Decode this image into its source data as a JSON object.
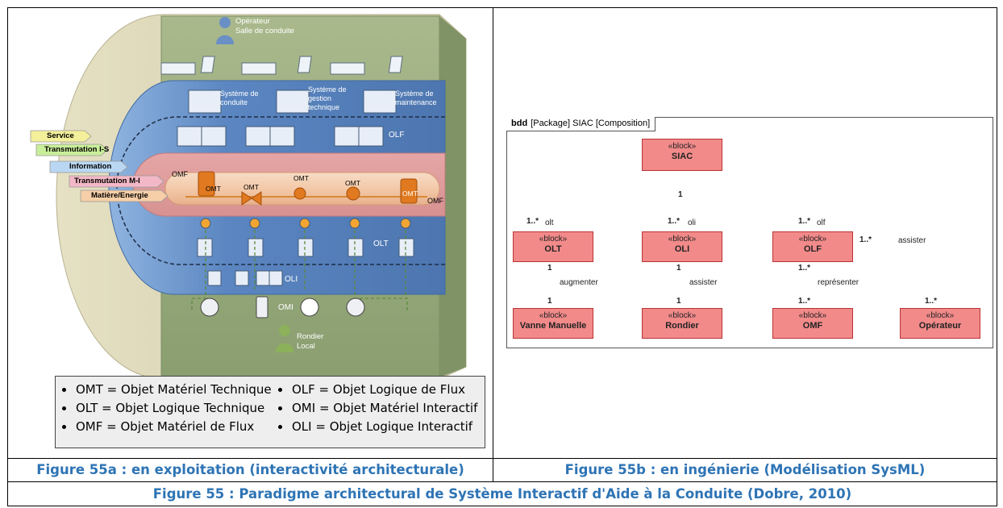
{
  "left_panel": {
    "operator_top": [
      "Opérateur",
      "Salle de conduite"
    ],
    "operator_bottom": [
      "Rondier",
      "Local"
    ],
    "systems": [
      [
        "Système de",
        "conduite"
      ],
      [
        "Système de",
        "gestion",
        "technique"
      ],
      [
        "Système de",
        "maintenance"
      ]
    ],
    "layer_labels": {
      "olf": "OLF",
      "olt": "OLT",
      "oli": "OLI",
      "omi": "OMI"
    },
    "flow_labels": {
      "omf_left": "OMF",
      "omf_right": "OMF",
      "omt": "OMT"
    },
    "arrows": [
      "Service",
      "Transmutation I-S",
      "Information",
      "Transmutation M-I",
      "Matière/Energie"
    ],
    "arrow_colors": [
      "#f3ef9a",
      "#c9ee9a",
      "#b9d7f2",
      "#f3b8c8",
      "#f6cfa8"
    ]
  },
  "legend": [
    "OMT = Objet Matériel Technique",
    "OLT = Objet Logique Technique",
    "OMF = Objet Matériel de Flux",
    "OLF = Objet Logique de Flux",
    "OMI = Objet Matériel Interactif",
    "OLI  = Objet Logique Interactif"
  ],
  "bdd": {
    "kind": "bdd",
    "header_rest": "[Package] SIAC [Composition]",
    "stereotype": "«block»",
    "blocks": {
      "siac": "SIAC",
      "olt": "OLT",
      "oli": "OLI",
      "olf": "OLF",
      "vanne": "Vanne Manuelle",
      "rondier": "Rondier",
      "omf": "OMF",
      "operateur": "Opérateur"
    },
    "comp_mult": "1",
    "roles": {
      "olt": "olt",
      "oli": "oli",
      "olf": "olf"
    },
    "mult_many": "1..*",
    "mult_one": "1",
    "assoc": {
      "augmenter": "augmenter",
      "assister": "assister",
      "representer": "représenter",
      "assister2": "assister"
    }
  },
  "captions": {
    "fig_a": "Figure 55a : en exploitation (interactivité architecturale)",
    "fig_b": "Figure 55b : en ingénierie (Modélisation SysML)",
    "fig_main": "Figure 55 : Paradigme architectural de Système Interactif d'Aide à la Conduite (Dobre, 2010)"
  },
  "colors": {
    "caption": "#2e74b5",
    "block": "#f28a8a",
    "blue_layer": "#5b86c1",
    "pink_layer": "#e8a6a6"
  }
}
